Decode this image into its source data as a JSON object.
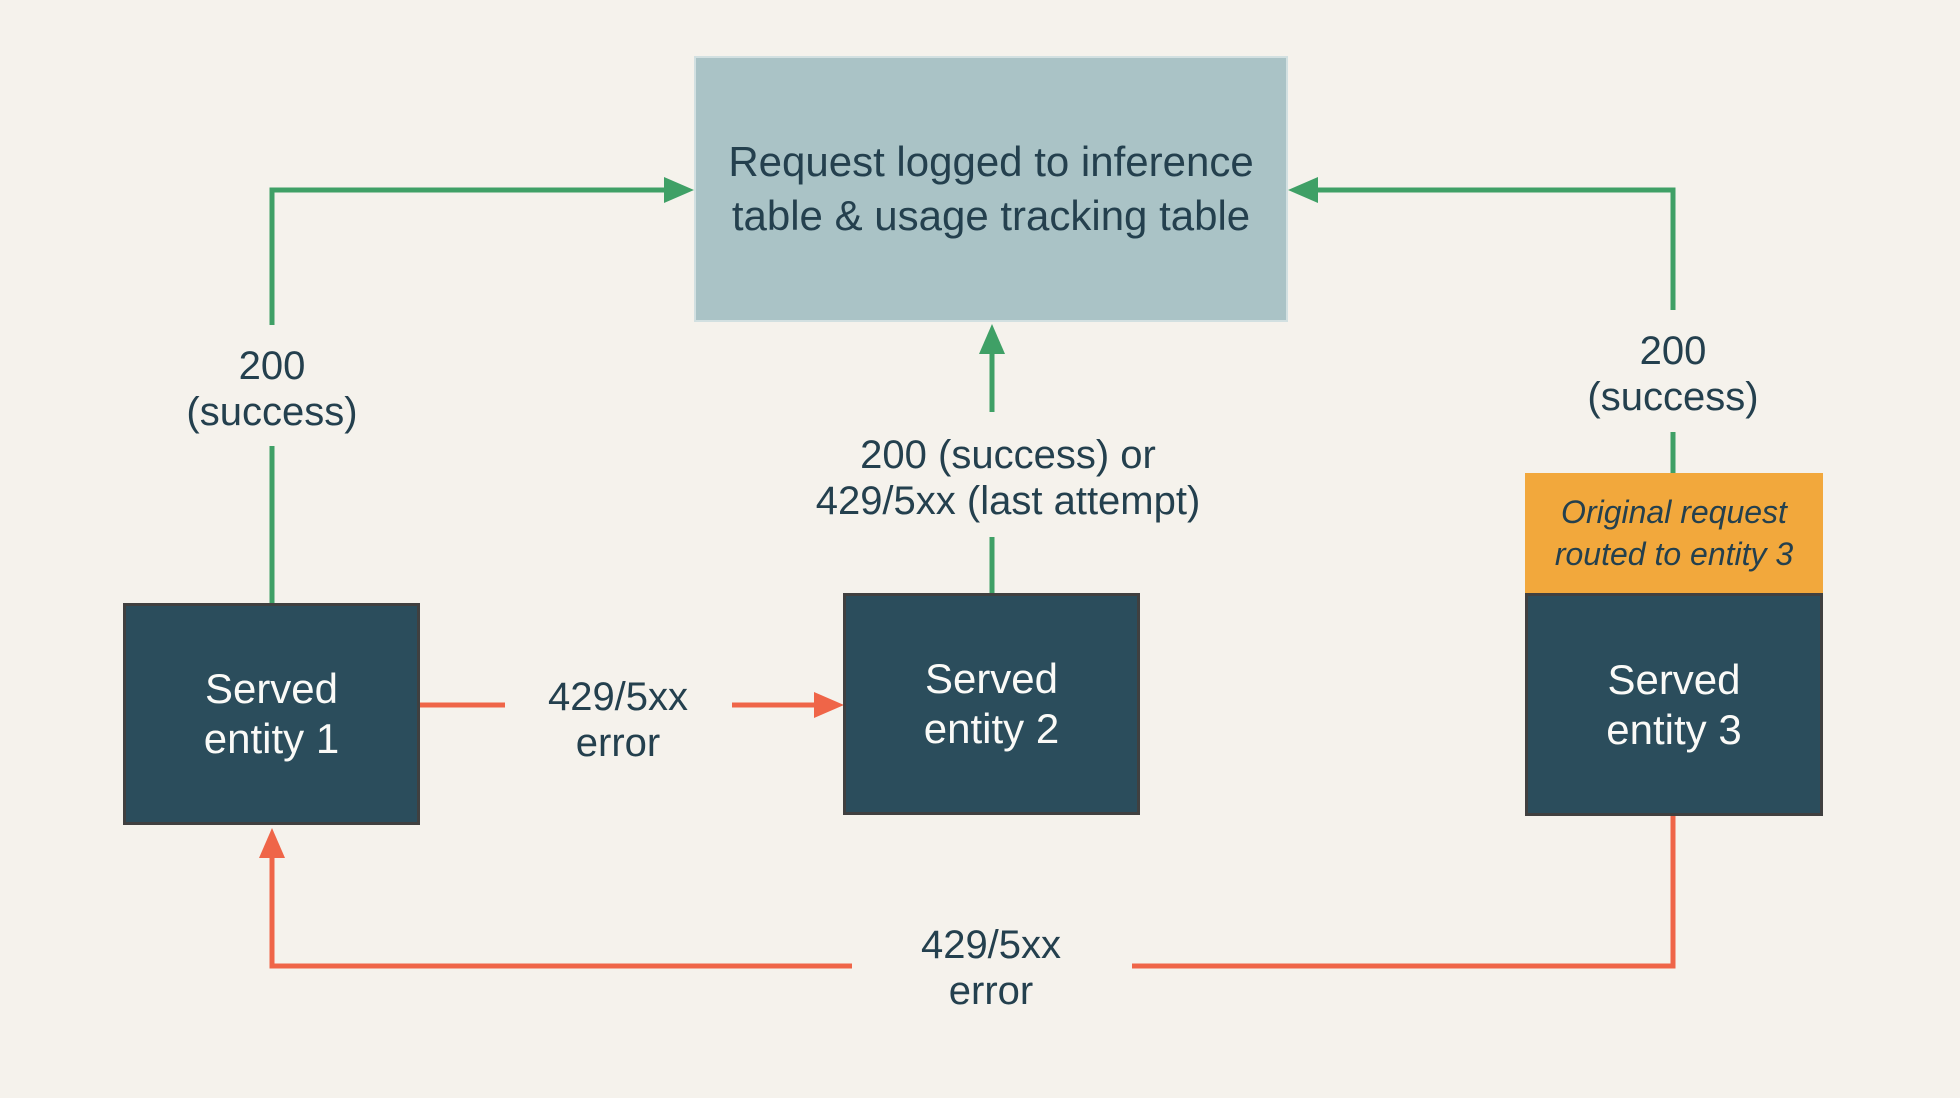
{
  "diagram": {
    "log_box": {
      "label": "Request logged to inference\ntable & usage tracking table"
    },
    "entities": [
      {
        "label": "Served\nentity 1"
      },
      {
        "label": "Served\nentity 2"
      },
      {
        "label": "Served\nentity 3",
        "note": "Original request\nrouted to entity 3"
      }
    ],
    "edges": {
      "entity1_to_log_label": "200\n(success)",
      "entity2_to_log_label": "200 (success) or\n429/5xx (last attempt)",
      "entity3_to_log_label": "200\n(success)",
      "entity1_to_entity2_label": "429/5xx\nerror",
      "entity3_to_entity1_label": "429/5xx\nerror"
    },
    "colors": {
      "background": "#F5F2EC",
      "log_box_fill": "#AAC3C6",
      "log_box_border": "#D2E0E1",
      "entity_fill": "#2B4D5C",
      "entity_border": "#404040",
      "note_fill": "#F2A83C",
      "success_green": "#3FA066",
      "error_red": "#EF6548",
      "text_dark": "#24404E",
      "text_light": "#FAFAF7"
    }
  }
}
